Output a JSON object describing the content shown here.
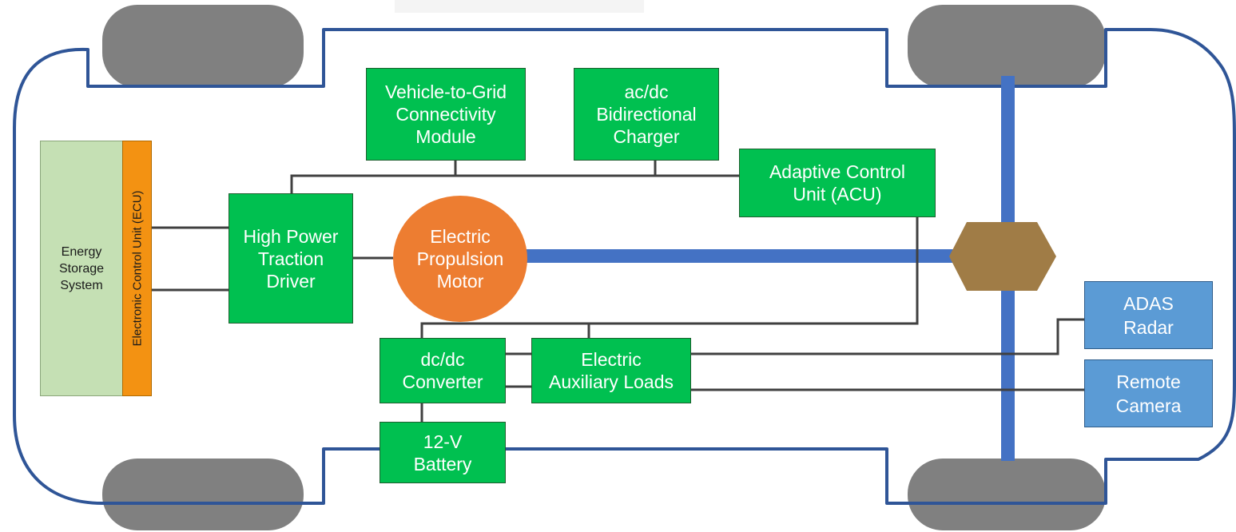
{
  "colors": {
    "body_outline": "#2f5597",
    "wheel": "#808080",
    "component_green": "#00c050",
    "sensor_blue": "#5b9bd5",
    "energy_storage": "#c5e0b4",
    "ecu_orange": "#f39212",
    "motor_orange": "#ed7d31",
    "drive_shaft": "#4472c4",
    "differential": "#a07c46",
    "wire": "#404040"
  },
  "blocks": {
    "energy_storage": "Energy\nStorage\nSystem",
    "ecu": "Electronic Control Unit (ECU)",
    "traction_driver": "High Power\nTraction\nDriver",
    "motor": "Electric\nPropulsion\nMotor",
    "v2g": "Vehicle-to-Grid\nConnectivity\nModule",
    "charger": "ac/dc\nBidirectional\nCharger",
    "acu": "Adaptive Control\nUnit (ACU)",
    "dcdc": "dc/dc\nConverter",
    "aux_loads": "Electric\nAuxiliary Loads",
    "battery": "12-V\nBattery",
    "radar": "ADAS\nRadar",
    "camera": "Remote\nCamera"
  }
}
